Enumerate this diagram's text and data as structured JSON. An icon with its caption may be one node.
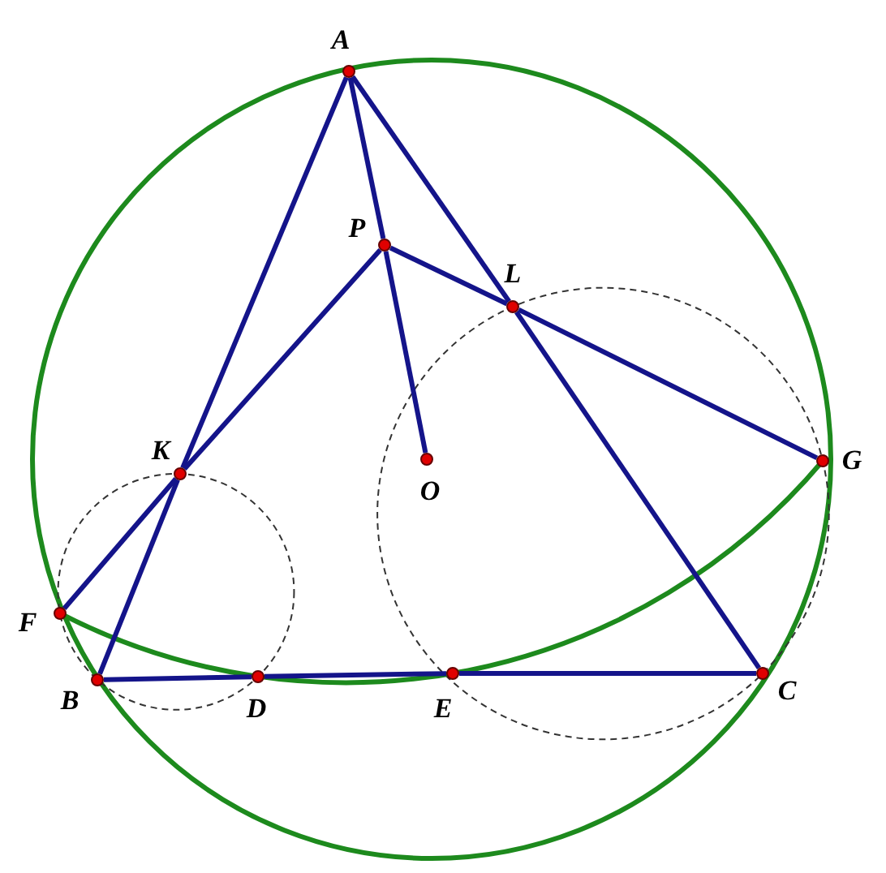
{
  "diagram": {
    "nodes": [
      {
        "text": [
          "A"
        ]
      },
      {
        "text": [
          "P"
        ]
      },
      {
        "text": [
          "L"
        ]
      },
      {
        "text": [
          "G"
        ]
      },
      {
        "text": [
          "O"
        ]
      },
      {
        "text": [
          "K"
        ]
      },
      {
        "text": [
          "F"
        ]
      },
      {
        "text": [
          "B"
        ]
      },
      {
        "text": [
          "D"
        ]
      },
      {
        "text": [
          "E"
        ]
      },
      {
        "text": [
          "C"
        ]
      }
    ],
    "edges": [
      {
        "from": 0,
        "to": 5,
        "arrow": "none"
      },
      {
        "from": 5,
        "to": 7,
        "arrow": "none"
      },
      {
        "from": 0,
        "to": 2,
        "arrow": "none"
      },
      {
        "from": 2,
        "to": 10,
        "arrow": "none"
      },
      {
        "from": 0,
        "to": 1,
        "arrow": "none"
      },
      {
        "from": 1,
        "to": 4,
        "arrow": "none"
      },
      {
        "from": 1,
        "to": 5,
        "arrow": "none"
      },
      {
        "from": 5,
        "to": 6,
        "arrow": "none"
      },
      {
        "from": 1,
        "to": 2,
        "arrow": "none"
      },
      {
        "from": 2,
        "to": 3,
        "arrow": "none"
      },
      {
        "from": 7,
        "to": 8,
        "arrow": "none"
      },
      {
        "from": 8,
        "to": 9,
        "arrow": "none"
      },
      {
        "from": 9,
        "to": 10,
        "arrow": "none"
      }
    ]
  }
}
